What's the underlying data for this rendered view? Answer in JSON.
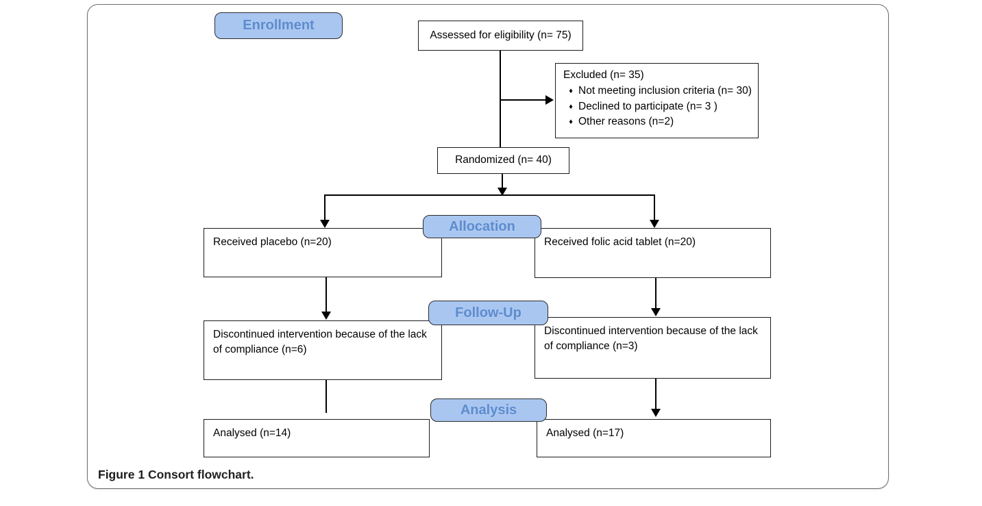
{
  "caption": {
    "label": "Figure 1",
    "text": "Consort flowchart."
  },
  "stages": {
    "enrollment": "Enrollment",
    "allocation": "Allocation",
    "followup": "Follow-Up",
    "analysis": "Analysis"
  },
  "boxes": {
    "assessed": "Assessed for eligibility (n= 75)",
    "excluded_title": "Excluded (n= 35)",
    "excluded_items": [
      "Not meeting inclusion criteria (n= 30)",
      "Declined to participate (n= 3 )",
      "Other reasons (n=2)"
    ],
    "randomized": "Randomized (n= 40)",
    "received_left": "Received placebo (n=20)",
    "received_right": "Received folic acid tablet (n=20)",
    "discontinued_left": "Discontinued intervention because of the lack of compliance (n=6)",
    "discontinued_right": "Discontinued intervention because of the lack of compliance (n=3)",
    "analysed_left": "Analysed (n=14)",
    "analysed_right": "Analysed (n=17)"
  },
  "bullet_glyph": "♦",
  "colors": {
    "stage_fill": "#a9c6f0",
    "stage_text": "#5c8bce",
    "stage_border": "#2b2b2b",
    "box_border": "#1a1a1a",
    "frame_border": "#6e6e6e",
    "arrow": "#000000"
  }
}
